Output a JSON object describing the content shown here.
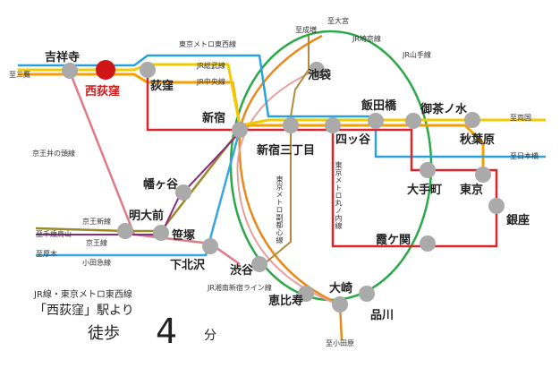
{
  "stations": {
    "kichijoji": "吉祥寺",
    "nishiogikubo": "西荻窪",
    "ogikubo": "荻窪",
    "shinjuku": "新宿",
    "ikebukuro": "池袋",
    "iidabashi": "飯田橋",
    "ochanomizu": "御茶ノ水",
    "akihabara": "秋葉原",
    "yotsuya": "四ッ谷",
    "shinjuku_sanchome": "新宿三丁目",
    "otemachi": "大手町",
    "tokyo": "東京",
    "ginza": "銀座",
    "kasumigaseki": "霞ケ関",
    "hatagaya": "幡ヶ谷",
    "meidaimae": "明大前",
    "sasazuka": "笹塚",
    "shimokitazawa": "下北沢",
    "shibuya": "渋谷",
    "ebisu": "恵比寿",
    "osaki": "大崎",
    "shinagawa": "品川"
  },
  "line_labels": {
    "tozai": "東京メトロ東西線",
    "sobu": "JR総武線",
    "chuo": "JR中央線",
    "saikyo": "JR埼京線",
    "yamanote": "JR山手線",
    "inokashira": "京王井の頭線",
    "keio_shinsen": "京王新線",
    "keio": "京王線",
    "odakyu": "小田急線",
    "shonan_shinjuku": "JR湘南新宿ライン線",
    "fukutoshin": "東京メトロ副都心線",
    "marunouchi": "東京メトロ丸ノ内線"
  },
  "terminals": {
    "mitaka": "至三鷹",
    "omiya": "至大宮",
    "narimasu": "至成増",
    "ryogoku": "至両国",
    "nihonbashi": "至日本橋",
    "chitose_karasuyama": "至千歳烏山",
    "atsugi": "至厚木",
    "odawara": "至小田原"
  },
  "access": {
    "lines": "JR線・東京メトロ東西線",
    "station_phrase": "「西荻窪」駅より",
    "walk": "徒歩",
    "minutes": "4",
    "unit": "分"
  },
  "colors": {
    "chuo": "#f5a000",
    "sobu": "#f0cc00",
    "tozai": "#2aa3dc",
    "marunouchi": "#d7262c",
    "yamanote": "#2aa84a",
    "saikyo": "#e8891b",
    "shonan": "#e6a0a0",
    "fukutoshin": "#b08b3e",
    "inokashira": "#e07a86",
    "keio": "#9c8a2a",
    "keio_shinsen": "#8a2b7f",
    "odakyu": "#39a6e0",
    "current_station": "#cf1515",
    "station": "#aaaaaa"
  }
}
